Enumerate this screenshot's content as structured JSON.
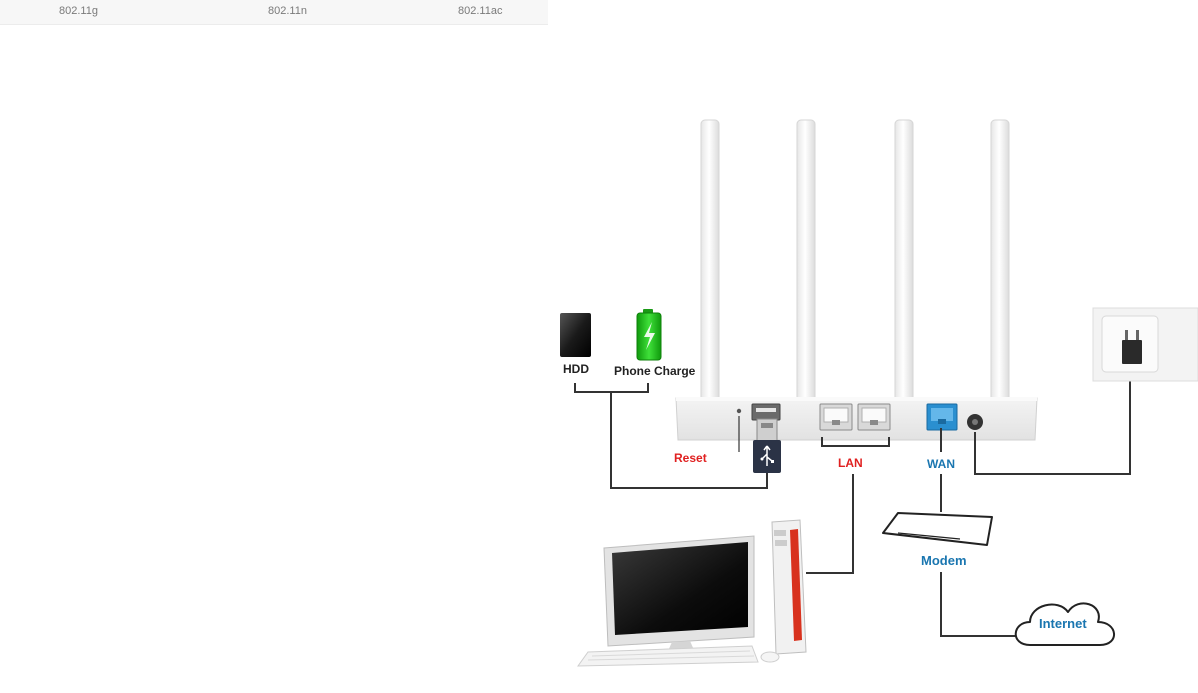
{
  "spec_bar": {
    "items": [
      "802.11g",
      "802.11n",
      "802.11ac"
    ]
  },
  "diagram": {
    "labels": {
      "hdd": "HDD",
      "phone_charge": "Phone Charge",
      "reset": "Reset",
      "lan": "LAN",
      "wan": "WAN",
      "modem": "Modem",
      "internet": "Internet"
    },
    "colors": {
      "reset_label": "#e02020",
      "lan_label": "#e02020",
      "network_label": "#1a76b0",
      "wan_port": "#2a8fd0",
      "battery_fill": "#22c41c",
      "pc_accent": "#d8321e"
    },
    "icons": [
      "hdd-icon",
      "battery-icon",
      "usb-plug-icon",
      "power-socket-icon",
      "modem-icon",
      "cloud-icon",
      "desktop-pc-icon",
      "router-icon"
    ]
  }
}
